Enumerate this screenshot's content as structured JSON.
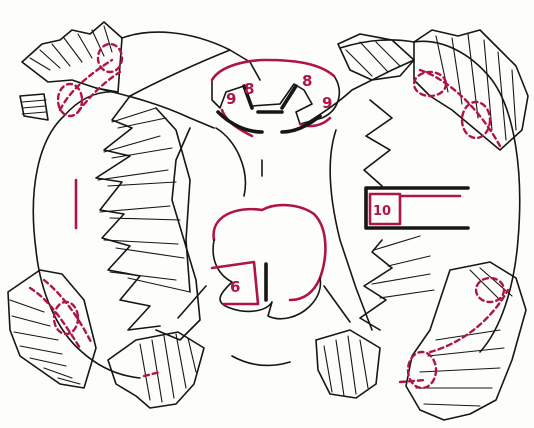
{
  "colors": {
    "ink": "#161616",
    "accent": "#b01445",
    "paper": "#fdfdfb"
  },
  "labels": {
    "left_mark": "1",
    "top_left_a": "9",
    "top_left_b": "8",
    "top_right_a": "8",
    "top_right_b": "9",
    "center": "6",
    "right_slot": "10"
  }
}
